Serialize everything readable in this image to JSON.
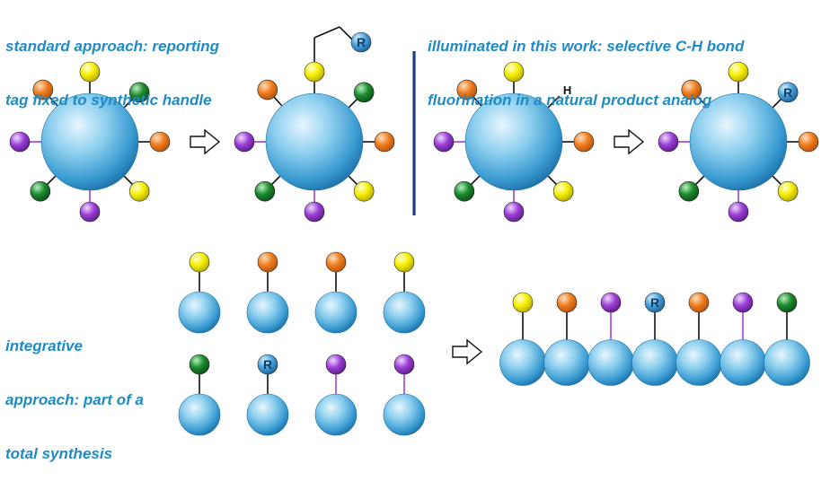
{
  "captions": {
    "standard_line1": "standard approach: reporting",
    "standard_line2": "tag fixed to synthetic handle",
    "illuminated_line1": "illuminated in this work: selective C-H bond",
    "illuminated_line2": "fluorination in a natural product analog",
    "integrative_line1": "integrative",
    "integrative_line2": "approach: part of a",
    "integrative_line3": "total synthesis"
  },
  "labels": {
    "reporter": "R",
    "hydrogen": "H"
  },
  "colors": {
    "caption": "#1f8bc4",
    "core_light": "#e8f6fd",
    "core_mid": "#5ab2de",
    "core_dark": "#1a6fa6",
    "yellow": "#f6f000",
    "orange": "#f07d1e",
    "green": "#1c8a2e",
    "purple": "#9b3fd6",
    "reporter_blue": "#4aa3dc",
    "divider": "#1e3d8f"
  },
  "chain_sequence": [
    "yellow",
    "orange",
    "purple",
    "reporter",
    "orange",
    "purple",
    "green"
  ]
}
